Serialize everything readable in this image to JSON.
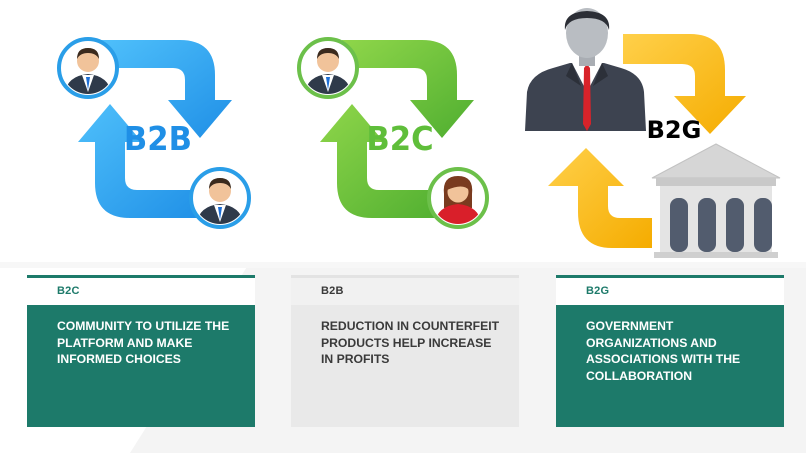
{
  "diagrams": {
    "b2b": {
      "label": "B2B",
      "arrow_color": "#1f9cf0",
      "arrow_color_light": "#4fc0fb",
      "ring_color": "#2a9ee8"
    },
    "b2c": {
      "label": "B2C",
      "arrow_color": "#5fbe3a",
      "arrow_color_light": "#8fd64a",
      "ring_color": "#6cc04a"
    },
    "b2g": {
      "label": "B2G",
      "arrow_color": "#f7b500",
      "arrow_color_light": "#ffd04a"
    }
  },
  "cards": {
    "b2c": {
      "tab": "B2C",
      "text": "COMMUNITY TO UTILIZE THE PLATFORM AND MAKE INFORMED CHOICES"
    },
    "b2b": {
      "tab": "B2B",
      "text": "REDUCTION IN COUNTERFEIT PRODUCTS HELP INCREASE IN PROFITS"
    },
    "b2g": {
      "tab": "B2G",
      "text": "GOVERNMENT ORGANIZATIONS AND ASSOCIATIONS  WITH THE COLLABORATION"
    }
  },
  "colors": {
    "teal": "#1d7a6a",
    "grey": "#e9e9e9"
  },
  "icons": [
    "businessman-icon",
    "businesswoman-icon",
    "government-building-icon"
  ]
}
